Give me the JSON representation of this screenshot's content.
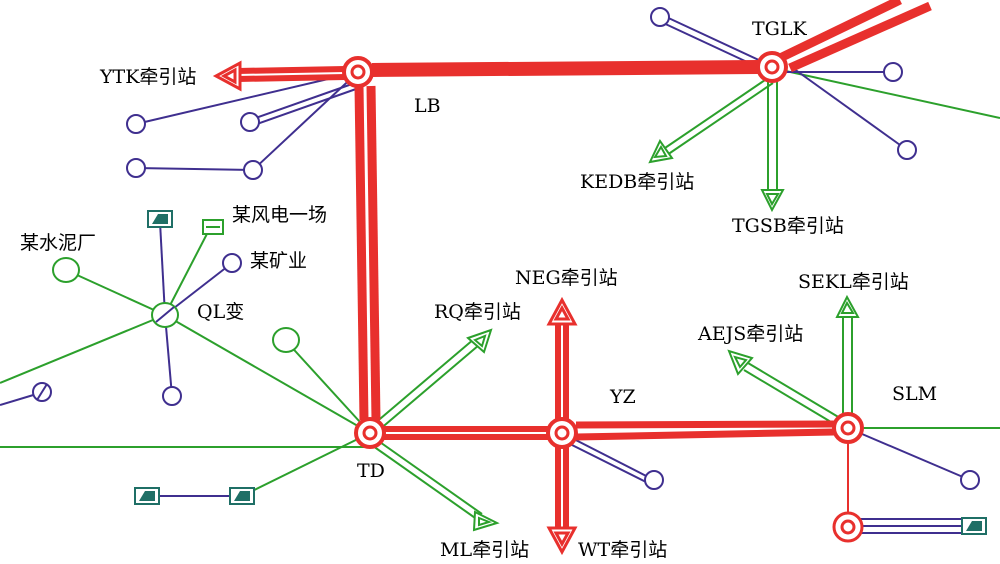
{
  "colors": {
    "trunk": "#e8302d",
    "branch_green": "#2ca02c",
    "feeder_purple": "#3f2f8f",
    "plant_teal": "#1f6f66",
    "text": "#000000"
  },
  "labels": {
    "ytk": "YTK牵引站",
    "lb": "LB",
    "tglk": "TGLK",
    "kedb": "KEDB牵引站",
    "tgsb": "TGSB牵引站",
    "wind": "某风电一场",
    "cement": "某水泥厂",
    "mine": "某矿业",
    "ql": "QL变",
    "neg": "NEG牵引站",
    "rq": "RQ牵引站",
    "sekl": "SEKL牵引站",
    "aejs": "AEJS牵引站",
    "yz": "YZ",
    "slm": "SLM",
    "td": "TD",
    "ml": "ML牵引站",
    "wt": "WT牵引站"
  },
  "icons": {
    "substation": "double-circle-substation-icon",
    "load": "load-circle-icon",
    "generator": "generator-block-icon",
    "wind_plant": "wind-plant-icon"
  }
}
